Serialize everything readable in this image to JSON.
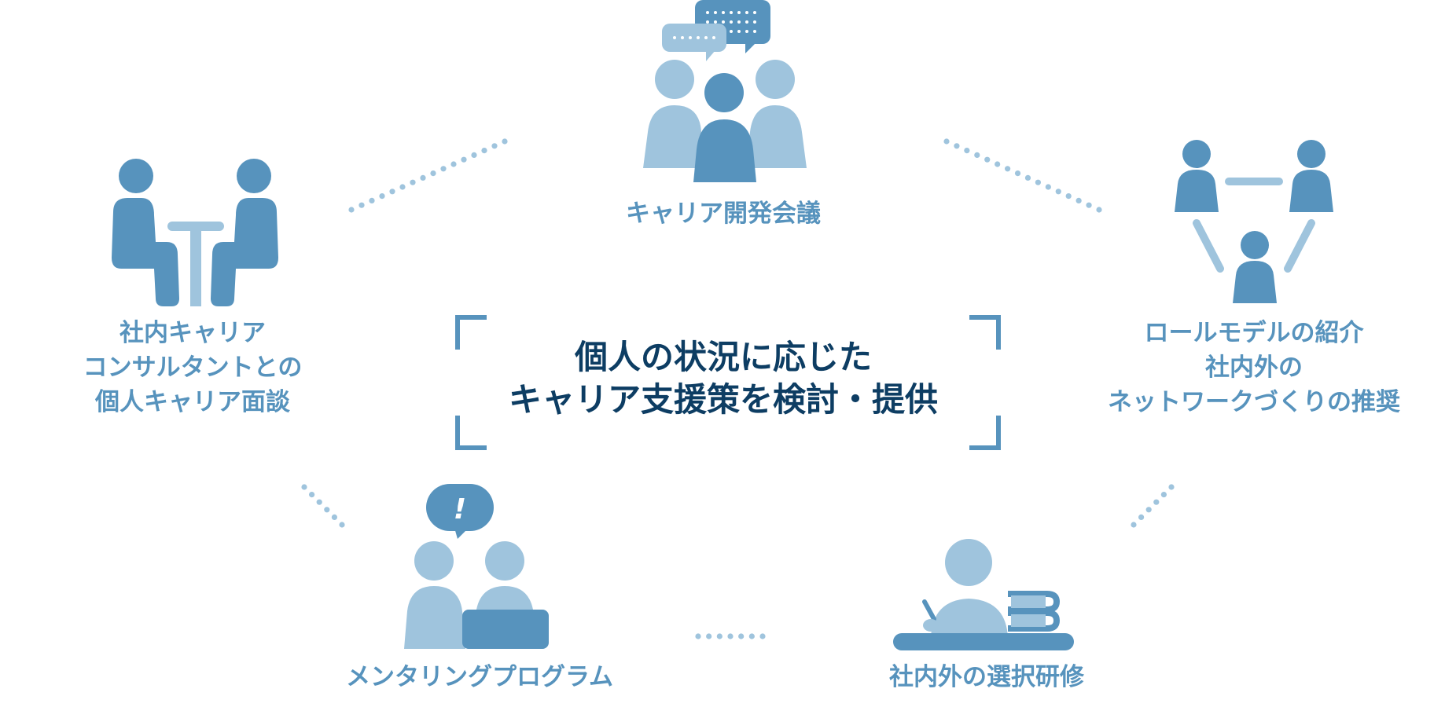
{
  "colors": {
    "primary": "#5793bd",
    "light": "#9fc4dd",
    "title": "#0d3d63",
    "label": "#5793bd",
    "dot": "#9fc4dd"
  },
  "center": {
    "line1": "個人の状況に応じた",
    "line2": "キャリア支援策を検討・提供"
  },
  "nodes": {
    "career_dev_meeting": {
      "label": "キャリア開発会議"
    },
    "consultant_interview": {
      "lines": [
        "社内キャリア",
        "コンサルタントとの",
        "個人キャリア面談"
      ]
    },
    "role_model": {
      "lines": [
        "ロールモデルの紹介",
        "社内外の",
        "ネットワークづくりの推奨"
      ]
    },
    "mentoring": {
      "label": "メンタリングプログラム"
    },
    "training": {
      "label": "社内外の選択研修"
    }
  },
  "icons": {
    "career_dev_meeting": "group-meeting-icon",
    "consultant_interview": "interview-icon",
    "role_model": "network-icon",
    "mentoring": "mentoring-icon",
    "training": "study-icon"
  }
}
